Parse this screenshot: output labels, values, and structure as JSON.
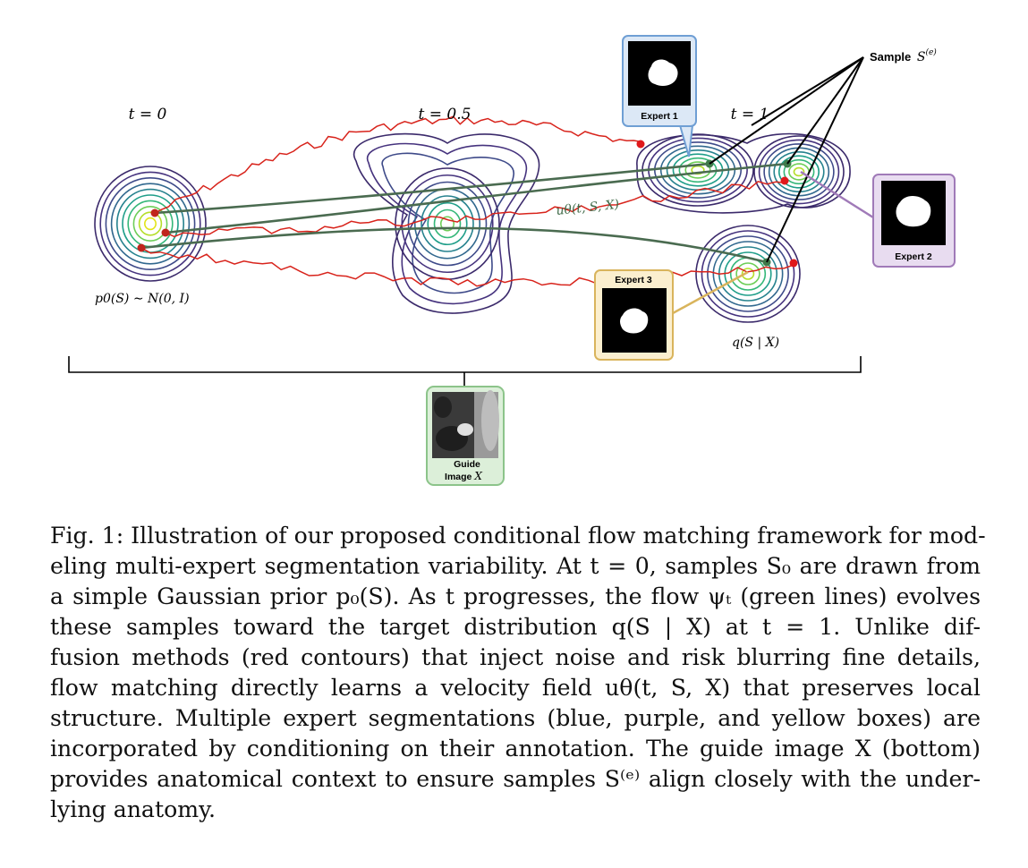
{
  "figure": {
    "time_labels": [
      "t = 0",
      "t = 0.5",
      "t = 1"
    ],
    "prior_label": "p0(S) ∼ N(0, I)",
    "target_label": "q(S | X)",
    "velocity_label": "uθ(t, S, X)",
    "sample_label": "Sample",
    "sample_symbol": "S",
    "sample_superscript": "(e)",
    "experts": [
      {
        "label": "Expert 1",
        "color": "#6f9fd4",
        "fill": "#dce8f6"
      },
      {
        "label": "Expert 2",
        "color": "#a07ab8",
        "fill": "#e8dcf0"
      },
      {
        "label": "Expert 3",
        "color": "#d9b45c",
        "fill": "#fbefcf"
      }
    ],
    "guide_label_line1": "Guide",
    "guide_label_line2": "Image",
    "guide_symbol": "X",
    "guide_color": "#8cc48a",
    "flow_color": "#4a6b50",
    "noise_color": "#d8231b"
  },
  "caption": [
    "Fig. 1: Illustration of our proposed conditional flow matching framework for mod-",
    "eling multi-expert segmentation variability. At t = 0, samples S₀ are drawn from",
    "a simple Gaussian prior p₀(S). As t progresses, the flow ψₜ (green lines) evolves",
    "these samples toward the target distribution q(S | X) at t = 1. Unlike dif-",
    "fusion methods (red contours) that inject noise and risk blurring fine details,",
    "flow matching directly learns a velocity field uθ(t, S, X) that preserves local",
    "structure. Multiple expert segmentations (blue, purple, and yellow boxes) are",
    "incorporated by conditioning on their annotation. The guide image X (bottom)",
    "provides anatomical context to ensure samples S⁽ᵉ⁾ align closely with the under-",
    "lying anatomy."
  ]
}
